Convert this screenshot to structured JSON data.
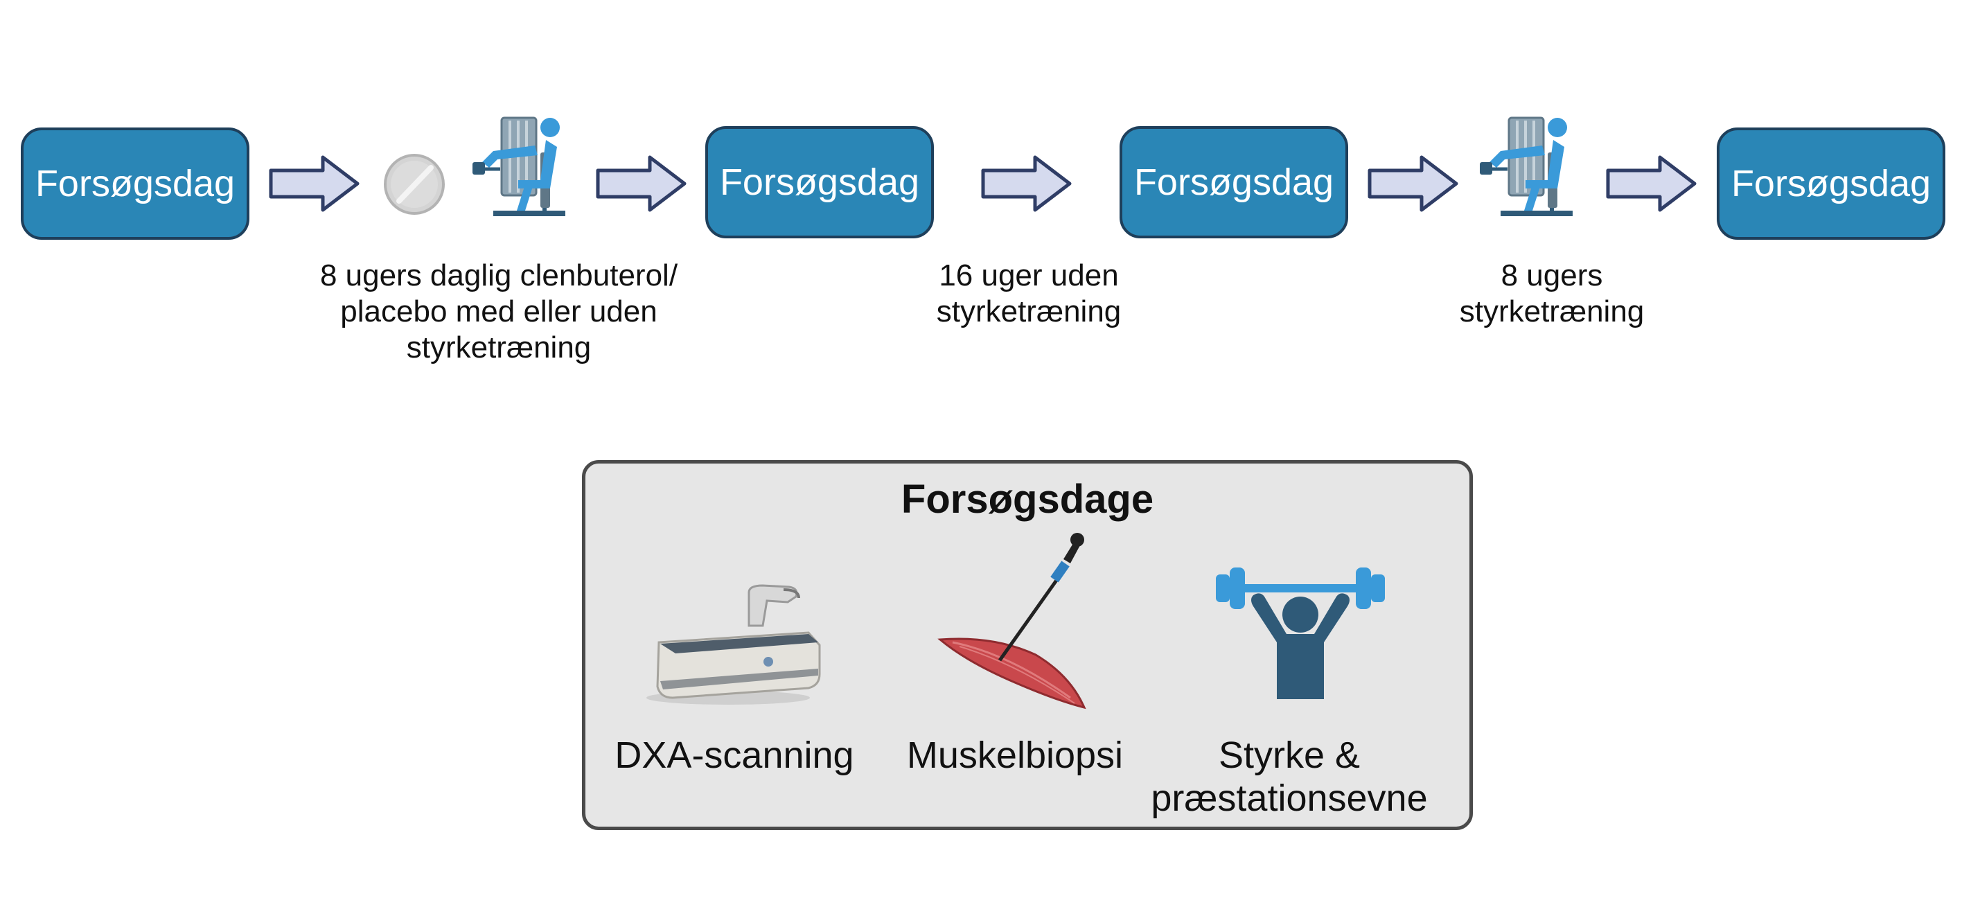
{
  "timeline": {
    "days": [
      {
        "label": "Forsøgsdag"
      },
      {
        "label": "Forsøgsdag"
      },
      {
        "label": "Forsøgsdag"
      },
      {
        "label": "Forsøgsdag"
      }
    ],
    "captions": [
      {
        "lines": [
          "8 ugers daglig clenbuterol/",
          "placebo med eller uden",
          "styrketræning"
        ]
      },
      {
        "lines": [
          "16 uger uden",
          "styrketræning"
        ]
      },
      {
        "lines": [
          "8 ugers",
          "styrketræning"
        ]
      }
    ]
  },
  "panel": {
    "title": "Forsøgsdage",
    "items": [
      {
        "label_lines": [
          "DXA-scanning"
        ],
        "icon": "dxa-scanner-icon"
      },
      {
        "label_lines": [
          "Muskelbiopsi"
        ],
        "icon": "muscle-biopsy-icon"
      },
      {
        "label_lines": [
          "Styrke &",
          "præstationsevne"
        ],
        "icon": "weightlifter-icon"
      }
    ]
  },
  "colors": {
    "box_fill": "#2a86b6",
    "box_border": "#1e3f5b",
    "arrow_fill": "#d5daee",
    "arrow_stroke": "#2f3d66",
    "panel_fill": "#e6e6e6",
    "icon_blue": "#3a9ad9",
    "icon_dark": "#2f5a78",
    "muscle_red": "#c9484c"
  }
}
